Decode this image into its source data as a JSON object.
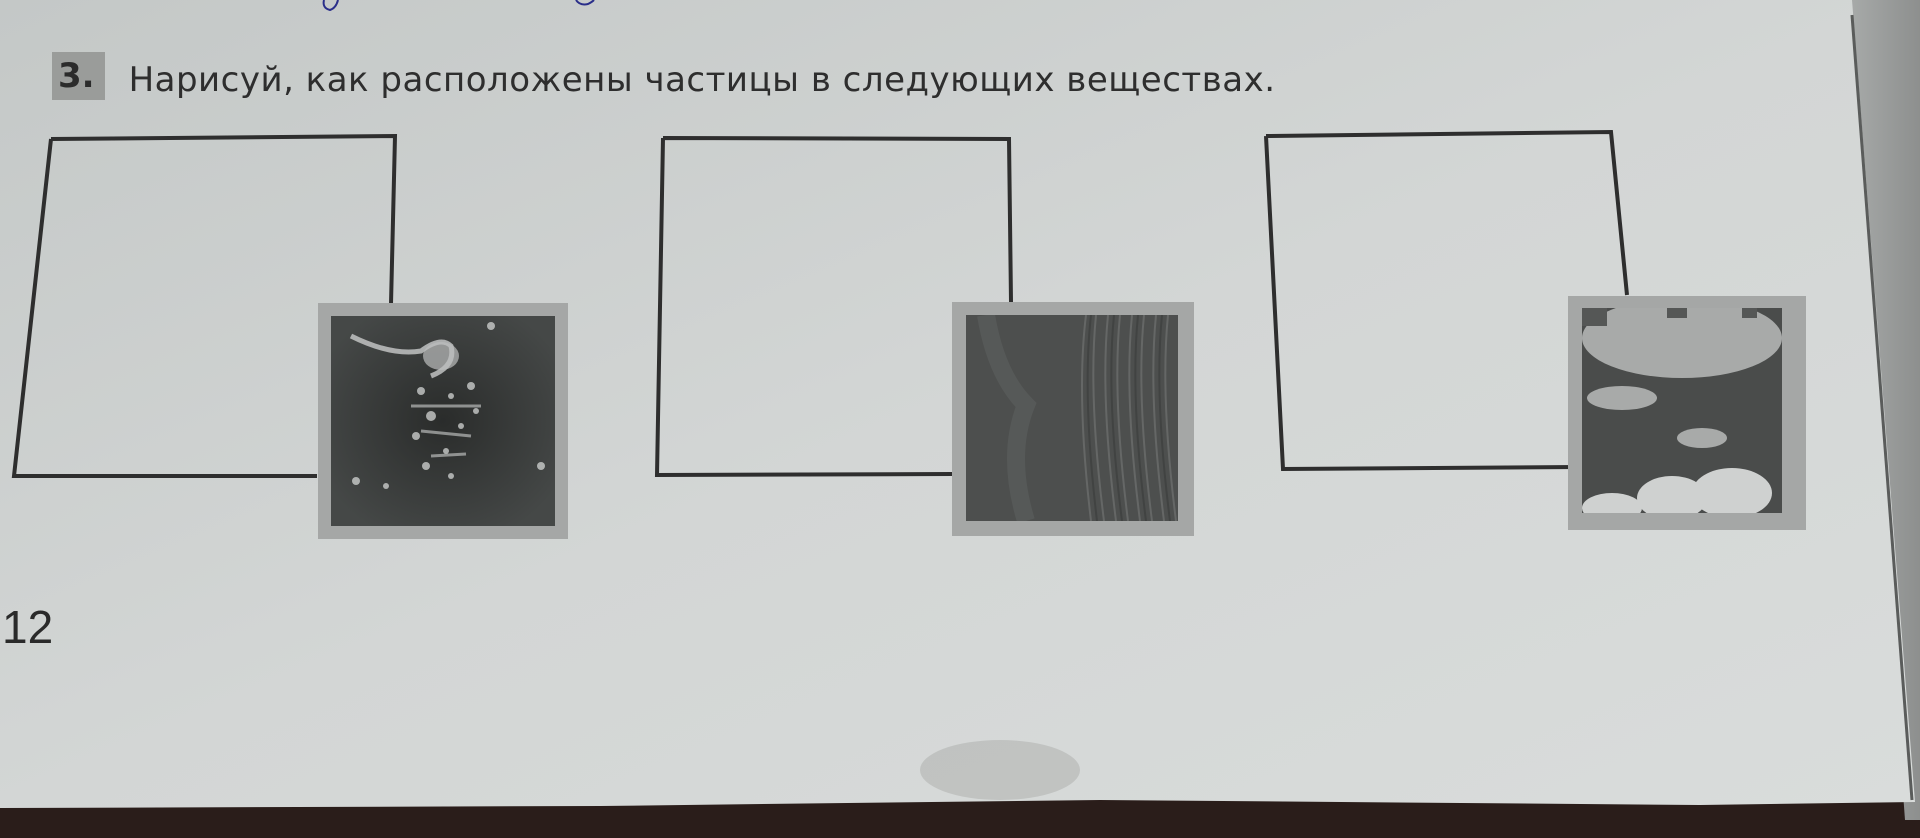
{
  "task": {
    "number": "3.",
    "instruction": "Нарисуй, как расположены частицы в следующих веществах."
  },
  "page_number": "12",
  "drawing_areas": [
    {
      "id": 1,
      "substance_photo": "water-splash",
      "answer": ""
    },
    {
      "id": 2,
      "substance_photo": "wood-grain",
      "answer": ""
    },
    {
      "id": 3,
      "substance_photo": "clouds-sky",
      "answer": ""
    }
  ],
  "colors": {
    "paper": "#c9cccb",
    "paper_light": "#dadddc",
    "ink": "#2e2e2e",
    "photo_frame": "#a5a7a6",
    "table": "#2a1d1a",
    "pen_blue": "#2a2e8a"
  }
}
